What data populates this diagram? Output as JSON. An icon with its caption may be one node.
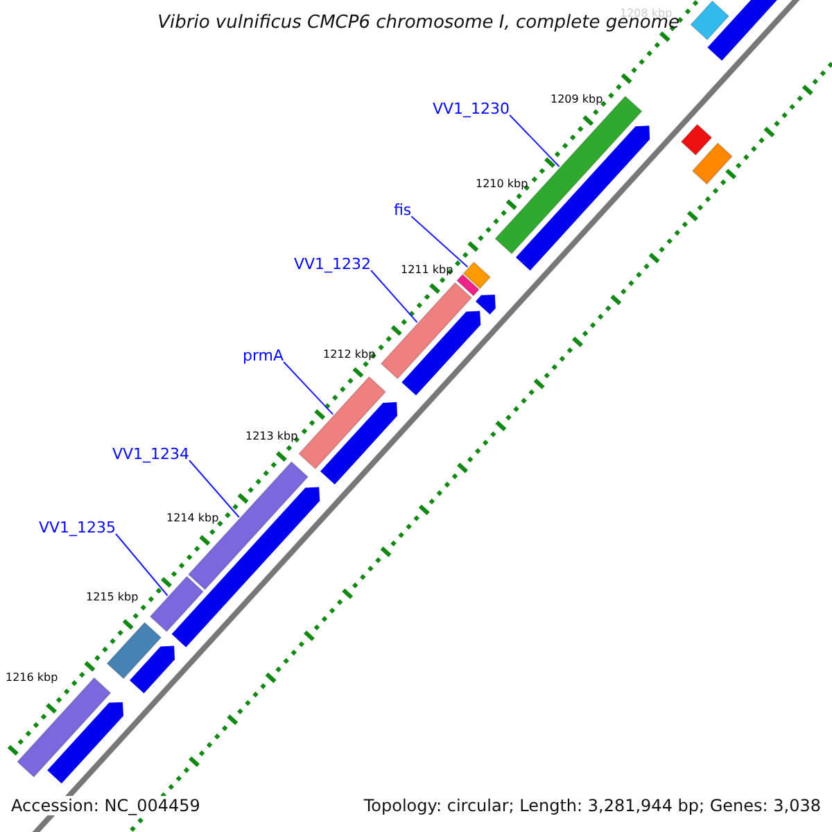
{
  "diagram": {
    "title": "Vibrio vulnificus CMCP6 chromosome I, complete genome",
    "nodes": [
      {
        "text": [
          "VV1_1230"
        ]
      },
      {
        "text": [],
        "shape": "bar"
      },
      {
        "text": [
          "fis"
        ]
      },
      {
        "text": [],
        "shape": "bar"
      },
      {
        "text": [
          "VV1_1232"
        ]
      },
      {
        "text": [],
        "shape": "bar"
      },
      {
        "text": [
          "prmA"
        ]
      },
      {
        "text": [],
        "shape": "bar"
      },
      {
        "text": [
          "VV1_1234"
        ]
      },
      {
        "text": [],
        "shape": "bar"
      },
      {
        "text": [
          "VV1_1235"
        ]
      },
      {
        "text": [],
        "shape": "bar"
      },
      {
        "text": [],
        "shape": "bar"
      },
      {
        "text": [],
        "shape": "bar"
      },
      {
        "text": [],
        "shape": "bar"
      },
      {
        "text": [],
        "shape": "bar"
      },
      {
        "text": [],
        "shape": "bar"
      },
      {
        "text": [],
        "shape": "bar"
      },
      {
        "text": [],
        "shape": "bar"
      },
      {
        "text": [],
        "shape": "bar"
      },
      {
        "text": [],
        "shape": "bar"
      },
      {
        "text": [],
        "shape": "bar"
      },
      {
        "text": [],
        "shape": "bar"
      },
      {
        "text": [],
        "shape": "bar"
      },
      {
        "text": [],
        "shape": "bar"
      },
      {
        "text": [],
        "shape": "bar"
      }
    ],
    "edges": [
      {
        "from": 0,
        "to": 1,
        "arrow": "none"
      },
      {
        "from": 2,
        "to": 3,
        "arrow": "none"
      },
      {
        "from": 4,
        "to": 5,
        "arrow": "none"
      },
      {
        "from": 6,
        "to": 7,
        "arrow": "none"
      },
      {
        "from": 8,
        "to": 9,
        "arrow": "none"
      },
      {
        "from": 10,
        "to": 11,
        "arrow": "none"
      }
    ],
    "labels": [
      "1208 kbp",
      "1209 kbp",
      "1210 kbp",
      "1211 kbp",
      "1212 kbp",
      "1213 kbp",
      "1214 kbp",
      "1215 kbp",
      "1216 kbp",
      "Accession: NC_004459",
      "Topology: circular; Length: 3,281,944 bp; Genes: 3,038"
    ]
  }
}
